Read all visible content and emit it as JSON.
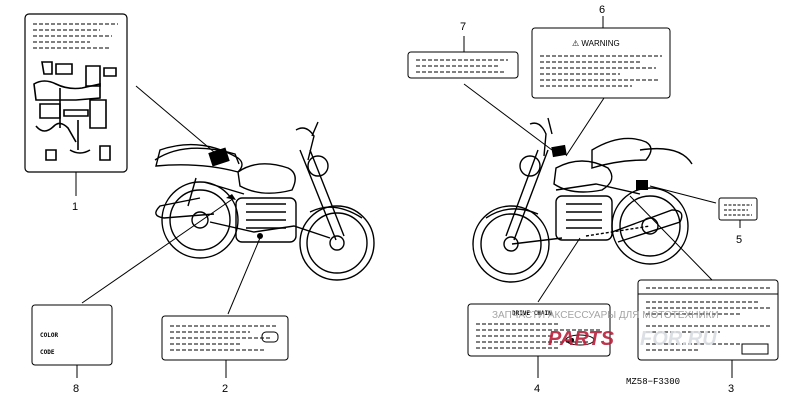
{
  "callouts": [
    "1",
    "2",
    "3",
    "4",
    "5",
    "6",
    "7",
    "8"
  ],
  "label_6_warning": "⚠ WARNING",
  "label_8_lines": [
    "COLOR",
    "CODE"
  ],
  "label_4_title": "DRIVE CHAIN",
  "diagram_code": "MZ58−F3300",
  "watermark": {
    "top_text": "ЗАПЧАСТИ АКСЕССУАРЫ ДЛЯ МОТОТЕХНИКИ",
    "brand_left": "PARTS",
    "brand_right": "FOR.RU",
    "brand_color": "#b8203a"
  },
  "icons": [
    "motorcycle-right-view-illustration",
    "motorcycle-left-view-illustration",
    "warning-triangle-icon"
  ]
}
